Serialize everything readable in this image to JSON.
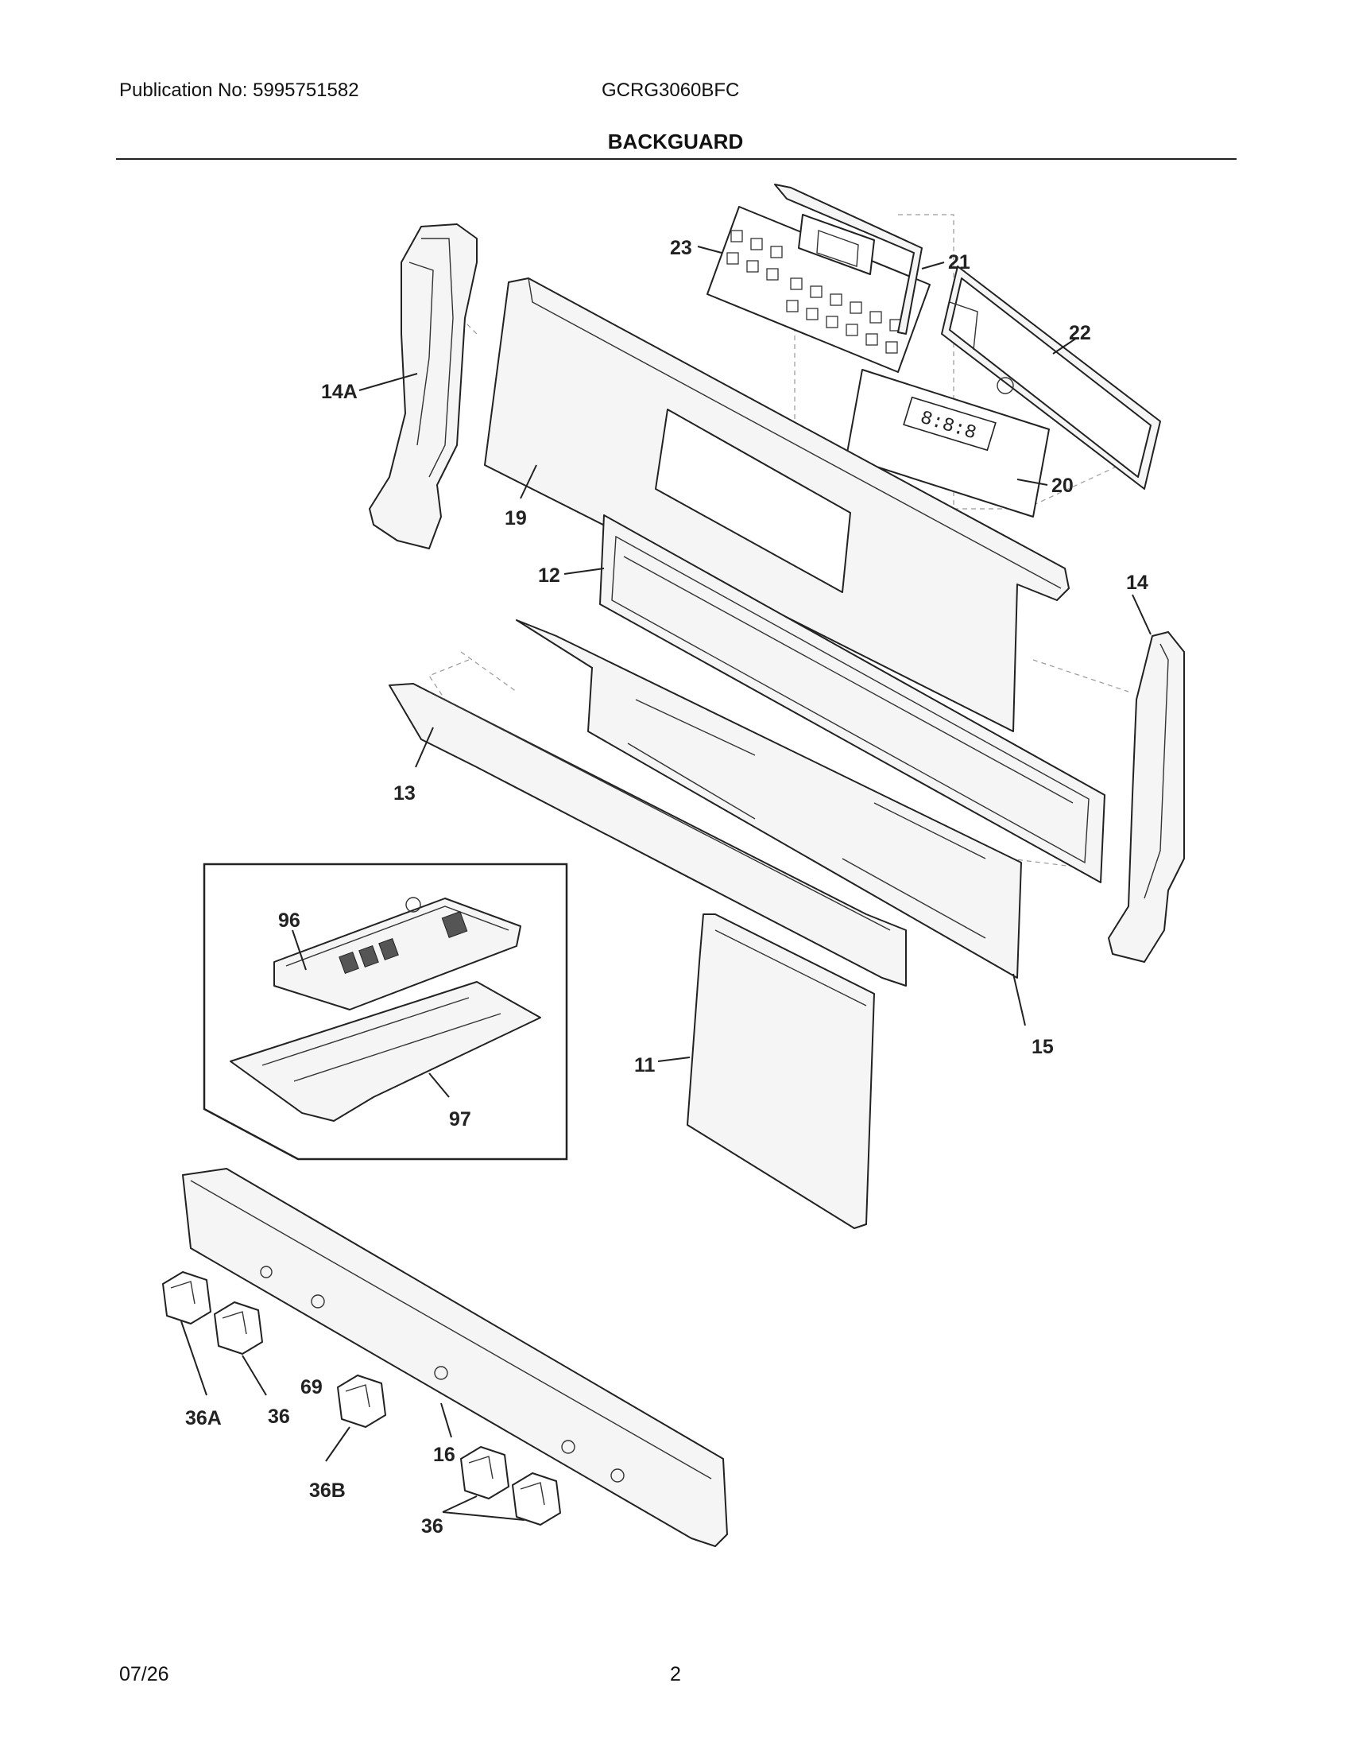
{
  "header": {
    "publication": "Publication No: 5995751582",
    "model": "GCRG3060BFC",
    "title": "BACKGUARD"
  },
  "callouts": {
    "p23": "23",
    "p21": "21",
    "p22": "22",
    "p14a": "14A",
    "p20": "20",
    "p19": "19",
    "p12": "12",
    "p14": "14",
    "p13": "13",
    "p96": "96",
    "p15": "15",
    "p11": "11",
    "p97": "97",
    "p69": "69",
    "p36a": "36A",
    "p36_left": "36",
    "p16": "16",
    "p36b": "36B",
    "p36_bottom": "36"
  },
  "display_digits": "8:8:8",
  "footer": {
    "date": "07/26",
    "page": "2"
  }
}
